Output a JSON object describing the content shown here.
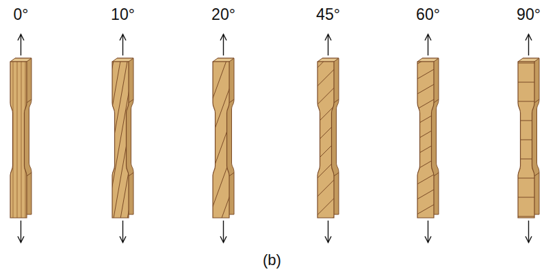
{
  "diagram": {
    "caption": "(b)",
    "labels": [
      "0°",
      "10°",
      "20°",
      "45°",
      "60°",
      "90°"
    ]
  }
}
